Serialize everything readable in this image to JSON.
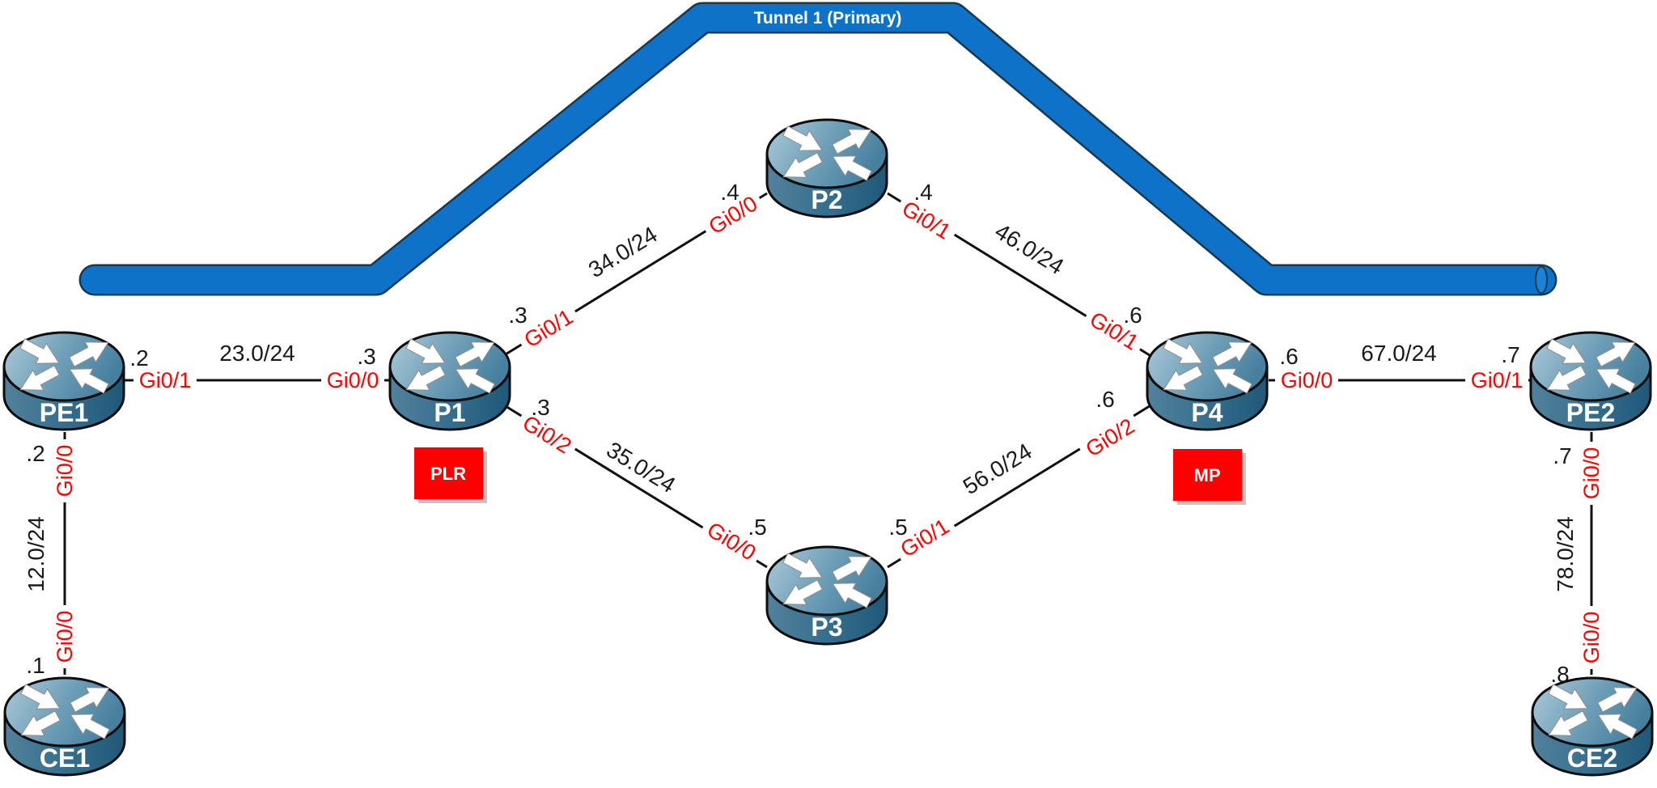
{
  "tunnel": {
    "label": "Tunnel 1 (Primary)",
    "color": "#0e73c8"
  },
  "colors": {
    "tunnel_fill": "#0e73c8",
    "tunnel_outline": "#153952",
    "interface_text": "#ff0000",
    "role_badge_bg": "#ff0000",
    "link_line": "#111111",
    "black_text": "#1a1a1a",
    "router_body": "#2e6283",
    "router_top": "#7fa9c0"
  },
  "routers": [
    {
      "id": "PE1",
      "name": "PE1"
    },
    {
      "id": "P1",
      "name": "P1",
      "role": "PLR"
    },
    {
      "id": "P2",
      "name": "P2"
    },
    {
      "id": "P3",
      "name": "P3"
    },
    {
      "id": "P4",
      "name": "P4",
      "role": "MP"
    },
    {
      "id": "PE2",
      "name": "PE2"
    },
    {
      "id": "CE1",
      "name": "CE1"
    },
    {
      "id": "CE2",
      "name": "CE2"
    }
  ],
  "links": [
    {
      "from": "PE1",
      "to": "P1",
      "subnet": "23.0/24",
      "ip_a": ".2",
      "if_a": "Gi0/1",
      "if_b": "Gi0/0",
      "ip_b": ".3"
    },
    {
      "from": "P1",
      "to": "P2",
      "subnet": "34.0/24",
      "ip_a": ".3",
      "if_a": "Gi0/1",
      "if_b": "Gi0/0",
      "ip_b": ".4"
    },
    {
      "from": "P2",
      "to": "P4",
      "subnet": "46.0/24",
      "ip_a": ".4",
      "if_a": "Gi0/1",
      "if_b": "Gi0/1",
      "ip_b": ".6"
    },
    {
      "from": "P1",
      "to": "P3",
      "subnet": "35.0/24",
      "ip_a": ".3",
      "if_a": "Gi0/2",
      "if_b": "Gi0/0",
      "ip_b": ".5"
    },
    {
      "from": "P3",
      "to": "P4",
      "subnet": "56.0/24",
      "ip_a": ".5",
      "if_a": "Gi0/1",
      "if_b": "Gi0/2",
      "ip_b": ".6"
    },
    {
      "from": "P4",
      "to": "PE2",
      "subnet": "67.0/24",
      "ip_a": ".6",
      "if_a": "Gi0/0",
      "if_b": "Gi0/1",
      "ip_b": ".7"
    },
    {
      "from": "PE1",
      "to": "CE1",
      "subnet": "12.0/24",
      "ip_a": ".2",
      "if_a": "Gi0/0",
      "if_b": "Gi0/0",
      "ip_b": ".1"
    },
    {
      "from": "PE2",
      "to": "CE2",
      "subnet": "78.0/24",
      "ip_a": ".7",
      "if_a": "Gi0/0",
      "if_b": "Gi0/0",
      "ip_b": ".8"
    }
  ]
}
